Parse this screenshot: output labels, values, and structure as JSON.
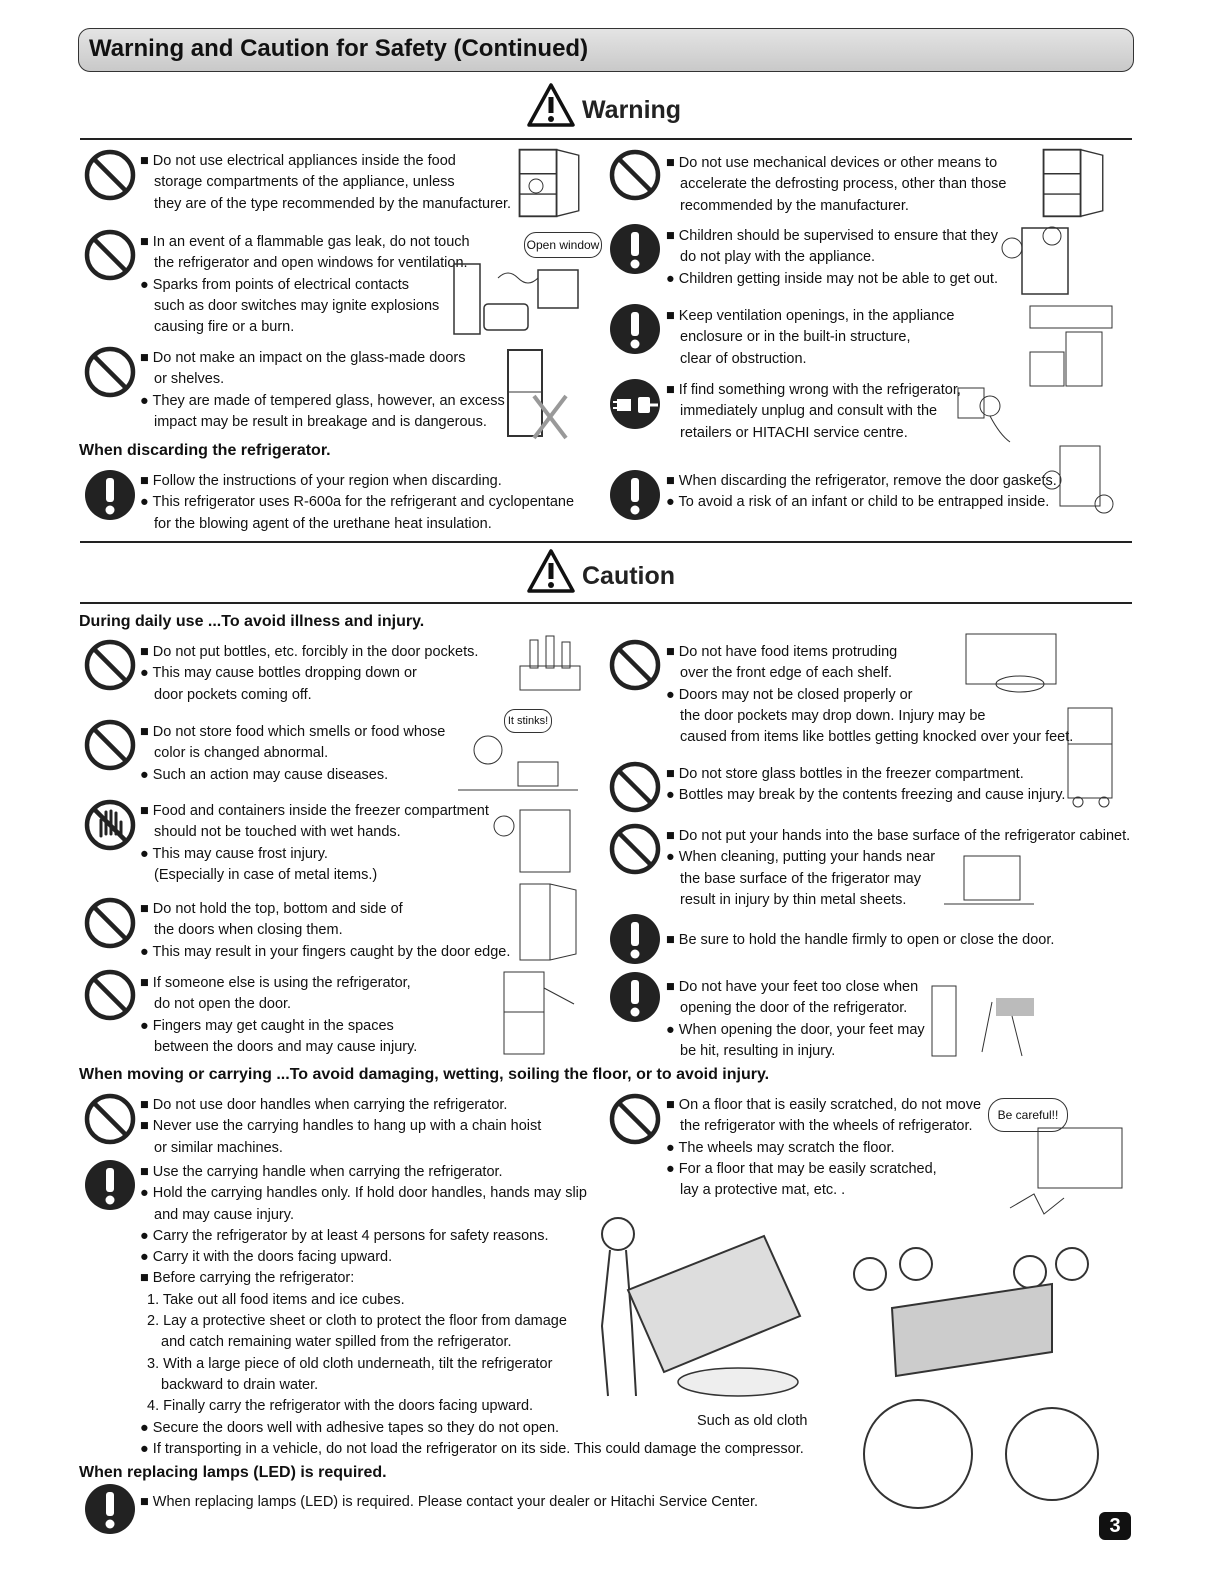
{
  "header": {
    "title": "Warning and Caution for Safety (Continued)"
  },
  "warning": {
    "title": "Warning"
  },
  "caution": {
    "title": "Caution"
  },
  "w1": [
    "■ Do not use electrical appliances inside the food",
    "storage compartments of the appliance, unless",
    "they are of the type recommended by the manufacturer."
  ],
  "w2": [
    "■ In an event of a flammable gas leak, do not touch",
    "the refrigerator and open windows for ventilation.",
    "● Sparks from points of electrical contacts",
    "such as door switches may ignite explosions",
    "causing fire or a burn."
  ],
  "w2_bubble": "Open window",
  "w3": [
    "■ Do not make an impact on the glass-made doors",
    "or shelves.",
    "● They are made of tempered glass, however, an excess",
    "impact may be result in breakage and is dangerous."
  ],
  "w4": [
    "■ Do not use mechanical devices or other means to",
    "accelerate the defrosting process, other than those",
    "recommended by the manufacturer."
  ],
  "w5": [
    "■ Children should be supervised to ensure that they",
    "do not play with the appliance.",
    "● Children getting inside may not be able to get out."
  ],
  "w6": [
    "■ Keep ventilation openings, in the appliance",
    "enclosure or in the built-in structure,",
    "clear of obstruction."
  ],
  "w7": [
    "■ If find something wrong with the refrigerator,",
    "immediately unplug and consult with the",
    "retailers or HITACHI service centre."
  ],
  "discard_heading": "When discarding the refrigerator.",
  "d1": [
    "■ Follow the instructions of your region when discarding.",
    "● This refrigerator uses R-600a for the refrigerant and cyclopentane",
    "for the blowing agent of the urethane heat insulation."
  ],
  "d2": [
    "■ When discarding the refrigerator, remove the door gaskets.",
    "● To avoid a risk of an infant or child to be entrapped inside."
  ],
  "daily_heading": "During daily use ...To avoid illness and injury.",
  "c1": [
    "■ Do not put bottles, etc. forcibly in the door pockets.",
    "● This may cause bottles dropping down or",
    "door pockets coming off."
  ],
  "c2": [
    "■ Do not store food which smells or food whose",
    "color is changed abnormal.",
    "● Such an action may cause diseases."
  ],
  "c2_bubble": "It stinks!",
  "c3": [
    "■ Food and containers inside the freezer compartment",
    "should not be touched with wet hands.",
    "● This may cause frost injury.",
    "(Especially in case of metal items.)"
  ],
  "c4": [
    "■ Do not hold the top, bottom and side of",
    "the doors when closing them.",
    "● This may result in your fingers caught by the door edge."
  ],
  "c5": [
    "■ If someone else is using the refrigerator,",
    "do not open the door.",
    "● Fingers may get caught in the spaces",
    "between the doors and may cause injury."
  ],
  "c6": [
    "■ Do not have food items protruding",
    "over the front edge of each shelf.",
    "● Doors may not be closed properly or",
    "the door pockets may drop down. Injury may be",
    "caused from items like bottles getting knocked over your feet."
  ],
  "c7": [
    "■ Do not store glass bottles in the freezer compartment.",
    "● Bottles may break by the contents freezing and cause injury."
  ],
  "c8": [
    "■ Do not put your hands into the base surface of the refrigerator cabinet.",
    "● When cleaning, putting your hands near",
    "the base surface of the frigerator may",
    "result in injury by thin metal sheets."
  ],
  "c9": [
    "■ Be sure to hold the handle firmly to open or close the door."
  ],
  "c10": [
    "■ Do not have your feet too close when",
    "opening the door of the refrigerator.",
    "● When opening the door, your feet may",
    "be hit, resulting in injury."
  ],
  "moving_heading": "When moving or carrying ...To avoid damaging, wetting, soiling the floor, or to avoid injury.",
  "m1": [
    "■ Do not use door handles when carrying the refrigerator.",
    "■ Never use the carrying handles to hang up with a chain hoist",
    "or similar machines."
  ],
  "m2": [
    "■ Use the carrying handle when carrying the refrigerator.",
    "● Hold the carrying handles only. If hold door handles, hands may slip",
    "and may cause injury.",
    "● Carry the refrigerator by at least 4 persons for safety reasons.",
    "● Carry it with the doors facing upward.",
    "■ Before carrying the refrigerator:",
    "1. Take out all food items and ice cubes.",
    "2. Lay a protective sheet or cloth to protect the floor from damage",
    "and catch remaining water spilled from the refrigerator.",
    "3. With a large piece of old cloth underneath, tilt the refrigerator",
    "backward to drain water.",
    "4. Finally carry the refrigerator with the doors facing upward.",
    "● Secure the doors well with adhesive tapes so they do not open.",
    "● If transporting in a vehicle, do not load the refrigerator on its side. This could damage the compressor."
  ],
  "m3": [
    "■ On a floor that is easily scratched, do not move",
    "the refrigerator with the wheels of refrigerator.",
    "● The wheels may scratch the floor.",
    "● For a floor that may be easily scratched,",
    "lay a protective mat, etc. ."
  ],
  "m3_bubble": "Be careful!!",
  "cloth_label": "Such as old cloth",
  "lamps_heading": "When replacing lamps (LED) is required.",
  "l1": [
    "■ When replacing lamps (LED) is required. Please contact your dealer or Hitachi Service Center."
  ],
  "page_number": "3",
  "icons": {
    "prohibit": "prohibition-icon",
    "mandatory": "exclamation-icon",
    "unplug": "unplug-icon",
    "wet_hands": "no-wet-hands-icon",
    "warning": "warning-triangle-icon"
  }
}
